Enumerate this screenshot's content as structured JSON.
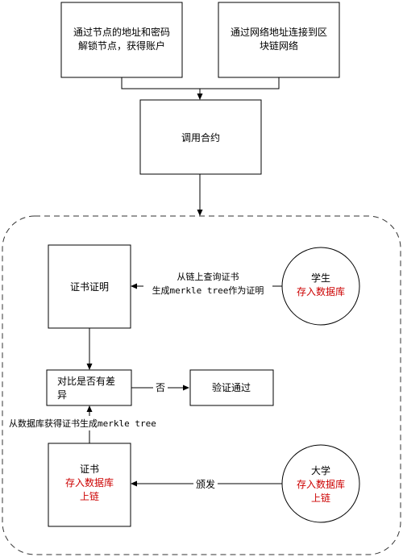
{
  "boxes": {
    "node_login": {
      "line1": "通过节点的地址和密码",
      "line2": "解锁节点，获得账户"
    },
    "net_connect": {
      "line1": "通过网络地址连接到区",
      "line2": "块链网络"
    },
    "call_contract": {
      "label": "调用合约"
    },
    "cert_proof": {
      "label": "证书证明"
    },
    "compare": {
      "line1": "对比是否有差",
      "line2": "异"
    },
    "verify_pass": {
      "label": "验证通过"
    },
    "certificate": {
      "line1": "证书",
      "line2": "存入数据库",
      "line3": "上链"
    }
  },
  "circles": {
    "student": {
      "line1": "学生",
      "line2": "存入数据库"
    },
    "university": {
      "line1": "大学",
      "line2": "存入数据库",
      "line3": "上链"
    }
  },
  "edge_labels": {
    "query_chain_1": "从链上查询证书",
    "query_chain_2": "生成merkle tree作为证明",
    "no": "否",
    "db_merkle": "从数据库获得证书生成merkle tree",
    "issue": "颁发"
  },
  "colors": {
    "highlight": "#cc0000",
    "line": "#000000"
  }
}
